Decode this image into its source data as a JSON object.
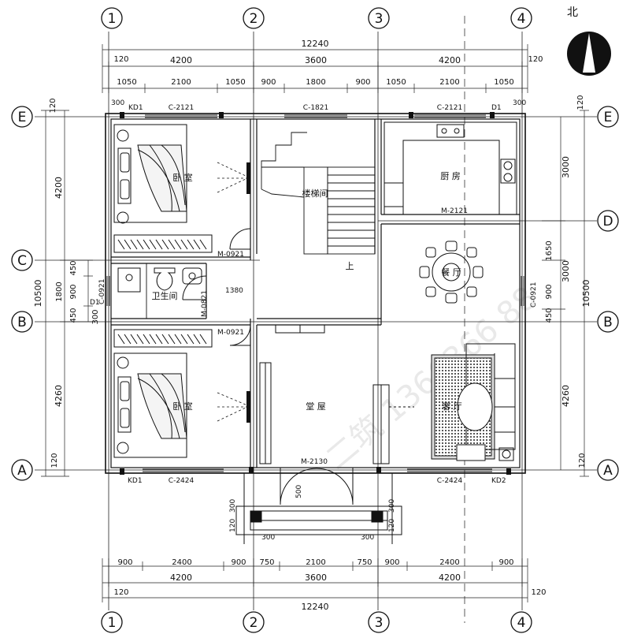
{
  "north": {
    "label": "北"
  },
  "axes": {
    "columns": [
      "1",
      "2",
      "3",
      "4"
    ],
    "rows": [
      "E",
      "D",
      "C",
      "B",
      "A"
    ]
  },
  "dimensions": {
    "top_total": "12240",
    "top_offset_left": "120",
    "top_offset_right": "120",
    "top_bays": [
      "4200",
      "3600",
      "4200"
    ],
    "top_detail": [
      "1050",
      "2100",
      "1050",
      "900",
      "1800",
      "900",
      "1050",
      "2100",
      "1050"
    ],
    "top_corner_300_left": "300",
    "top_corner_300_right": "300",
    "bottom_detail": [
      "900",
      "2400",
      "900",
      "750",
      "2100",
      "750",
      "900",
      "2400",
      "900"
    ],
    "bottom_bays": [
      "4200",
      "3600",
      "4200"
    ],
    "bottom_total": "12240",
    "bottom_offset_left": "120",
    "bottom_offset_right": "120",
    "left_outer": [
      "120",
      "4200",
      "10500",
      "4260",
      "120"
    ],
    "left_inner": [
      "450",
      "900",
      "450",
      "1800"
    ],
    "left_300": "300",
    "right_inner": [
      "3000",
      "1650",
      "3000",
      "900",
      "450",
      "4260",
      "120"
    ],
    "right_top_120": "120",
    "right_total": "10500",
    "corridor": "1380",
    "porch_300_l": "300",
    "porch_300_r": "300",
    "porch_120_l": "120",
    "porch_120_r": "120",
    "porch_300_l2": "300",
    "porch_300_r2": "300",
    "door_500": "500"
  },
  "rooms": {
    "bedroom_top": "卧  室",
    "stair": "楼梯间",
    "kitchen": "厨 房",
    "dining": "餐 厅",
    "bath": "卫生间",
    "hall": "堂 屋",
    "bedroom_bottom": "卧  室",
    "living": "客 厅",
    "up": "上"
  },
  "codes": {
    "kd1_top": "KD1",
    "c2121_left": "C-2121",
    "c1821": "C-1821",
    "c2121_right": "C-2121",
    "d1_top": "D1",
    "m2121": "M-2121",
    "m0921_top": "M-0921",
    "c0921_left": "C-0921",
    "d1_left": "D1",
    "m0821": "M-0821",
    "m0921_bottom": "M-0921",
    "c0921_right": "C-0921",
    "m2130": "M-2130",
    "kd1_bottom": "KD1",
    "c2424_left": "C-2424",
    "c2424_right": "C-2424",
    "kd2": "KD2"
  },
  "watermark": "二筑 1366366 88"
}
